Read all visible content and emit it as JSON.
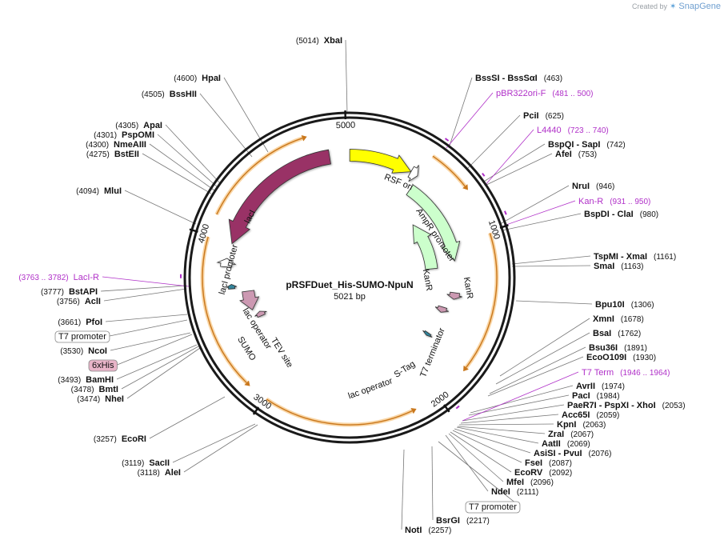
{
  "brand": {
    "created_by": "Created by",
    "product": "SnapGene"
  },
  "plasmid": {
    "name": "pRSFDuet_His-SUMO-NpuN",
    "length_label": "5021 bp",
    "total_bp": 5021
  },
  "ticks": [
    "1000",
    "2000",
    "3000",
    "4000",
    "5000"
  ],
  "features": [
    {
      "name": "RSF ori",
      "color": "#ffff00",
      "label": "RSF ori"
    },
    {
      "name": "AmpR promoter",
      "color": "#ffffff",
      "label": "AmpR promoter"
    },
    {
      "name": "KanR",
      "color": "#ccffcc",
      "label": "KanR"
    },
    {
      "name": "KanR",
      "color": "#ccffcc",
      "label": "KanR"
    },
    {
      "name": "T7 terminator",
      "color": "#cc99b2",
      "label": "T7 terminator"
    },
    {
      "name": "S-Tag",
      "color": "#cc99b2",
      "label": "S-Tag"
    },
    {
      "name": "lac operator",
      "color": "#31849b",
      "label": "lac operator"
    },
    {
      "name": "lacI",
      "color": "#993366",
      "label": "lacI"
    },
    {
      "name": "lacI promoter",
      "color": "#ffffff",
      "label": "lacI promoter"
    },
    {
      "name": "lac operator",
      "color": "#31849b",
      "label": "lac operator"
    },
    {
      "name": "SUMO",
      "color": "#cc99b2",
      "label": "SUMO"
    },
    {
      "name": "TEV site",
      "color": "#cc99b2",
      "label": "TEV site"
    }
  ],
  "sites_right": [
    {
      "name": "XbaI",
      "pos": "(5014)"
    },
    {
      "name": "BssSI - BssSαI",
      "pos": "(463)"
    },
    {
      "name": "PciI",
      "pos": "(625)"
    },
    {
      "name": "BspQI - SapI",
      "pos": "(742)"
    },
    {
      "name": "AfeI",
      "pos": "(753)"
    },
    {
      "name": "NruI",
      "pos": "(946)"
    },
    {
      "name": "BspDI - ClaI",
      "pos": "(980)"
    },
    {
      "name": "TspMI - XmaI",
      "pos": "(1161)"
    },
    {
      "name": "SmaI",
      "pos": "(1163)"
    },
    {
      "name": "Bpu10I",
      "pos": "(1306)"
    },
    {
      "name": "XmnI",
      "pos": "(1678)"
    },
    {
      "name": "BsaI",
      "pos": "(1762)"
    },
    {
      "name": "Bsu36I",
      "pos": "(1891)"
    },
    {
      "name": "EcoO109I",
      "pos": "(1930)"
    },
    {
      "name": "AvrII",
      "pos": "(1974)"
    },
    {
      "name": "PacI",
      "pos": "(1984)"
    },
    {
      "name": "PaeR7I - PspXI - XhoI",
      "pos": "(2053)"
    },
    {
      "name": "Acc65I",
      "pos": "(2059)"
    },
    {
      "name": "KpnI",
      "pos": "(2063)"
    },
    {
      "name": "ZraI",
      "pos": "(2067)"
    },
    {
      "name": "AatII",
      "pos": "(2069)"
    },
    {
      "name": "AsiSI - PvuI",
      "pos": "(2076)"
    },
    {
      "name": "FseI",
      "pos": "(2087)"
    },
    {
      "name": "EcoRV",
      "pos": "(2092)"
    },
    {
      "name": "MfeI",
      "pos": "(2096)"
    },
    {
      "name": "NdeI",
      "pos": "(2111)"
    },
    {
      "name": "BsrGI",
      "pos": "(2217)"
    },
    {
      "name": "NotI",
      "pos": "(2257)"
    }
  ],
  "sites_left": [
    {
      "name": "HpaI",
      "pos": "(4600)"
    },
    {
      "name": "BssHII",
      "pos": "(4505)"
    },
    {
      "name": "ApaI",
      "pos": "(4305)"
    },
    {
      "name": "PspOMI",
      "pos": "(4301)"
    },
    {
      "name": "NmeAIII",
      "pos": "(4300)"
    },
    {
      "name": "BstEII",
      "pos": "(4275)"
    },
    {
      "name": "MluI",
      "pos": "(4094)"
    },
    {
      "name": "BstAPI",
      "pos": "(3777)"
    },
    {
      "name": "AclI",
      "pos": "(3756)"
    },
    {
      "name": "PfoI",
      "pos": "(3661)"
    },
    {
      "name": "NcoI",
      "pos": "(3530)"
    },
    {
      "name": "BamHI",
      "pos": "(3493)"
    },
    {
      "name": "BmtI",
      "pos": "(3478)"
    },
    {
      "name": "NheI",
      "pos": "(3474)"
    },
    {
      "name": "EcoRI",
      "pos": "(3257)"
    },
    {
      "name": "SacII",
      "pos": "(3119)"
    },
    {
      "name": "AleI",
      "pos": "(3118)"
    }
  ],
  "primers": [
    {
      "name": "pBR322ori-F",
      "pos": "(481 .. 500)"
    },
    {
      "name": "L4440",
      "pos": "(723 .. 740)"
    },
    {
      "name": "Kan-R",
      "pos": "(931 .. 950)"
    },
    {
      "name": "T7 Term",
      "pos": "(1946 .. 1964)"
    },
    {
      "name": "LacI-R",
      "pos": "(3763 .. 3782)"
    }
  ],
  "boxed_labels": [
    {
      "name": "T7 promoter"
    },
    {
      "name": "6xHis"
    },
    {
      "name": "T7 promoter"
    }
  ],
  "colors": {
    "backbone": "#1a1a1a",
    "orf_arc": "#f2a33a",
    "primer": "#b030c8",
    "leader": "#777777"
  }
}
